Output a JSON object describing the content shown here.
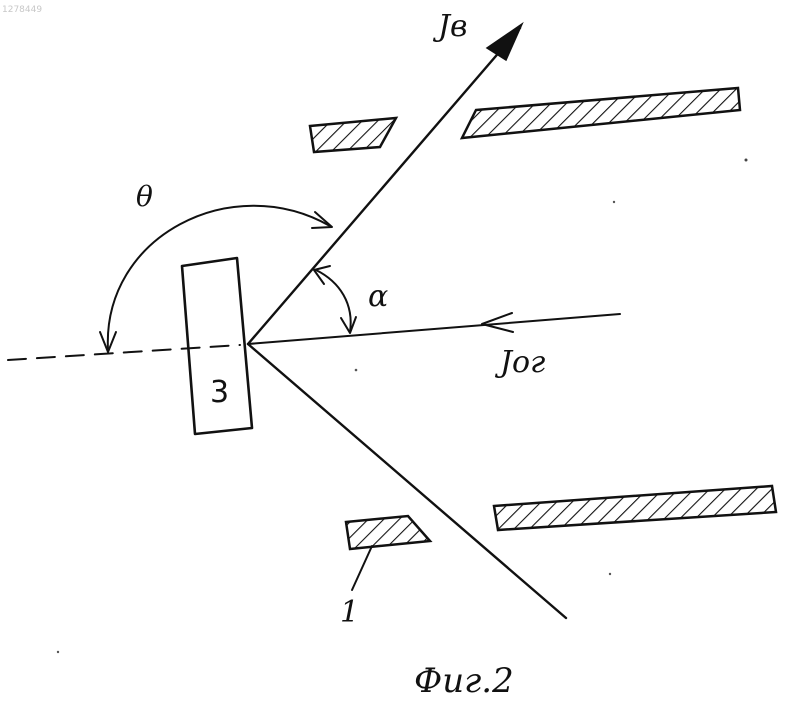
{
  "watermark": "1278449",
  "labels": {
    "beam_out": "Jв",
    "beam_in": "Jог",
    "theta": "θ",
    "alpha": "α",
    "sample": "3",
    "part_1": "1",
    "caption": "Фиг.2"
  },
  "colors": {
    "ink": "#111111",
    "background": "#ffffff"
  }
}
